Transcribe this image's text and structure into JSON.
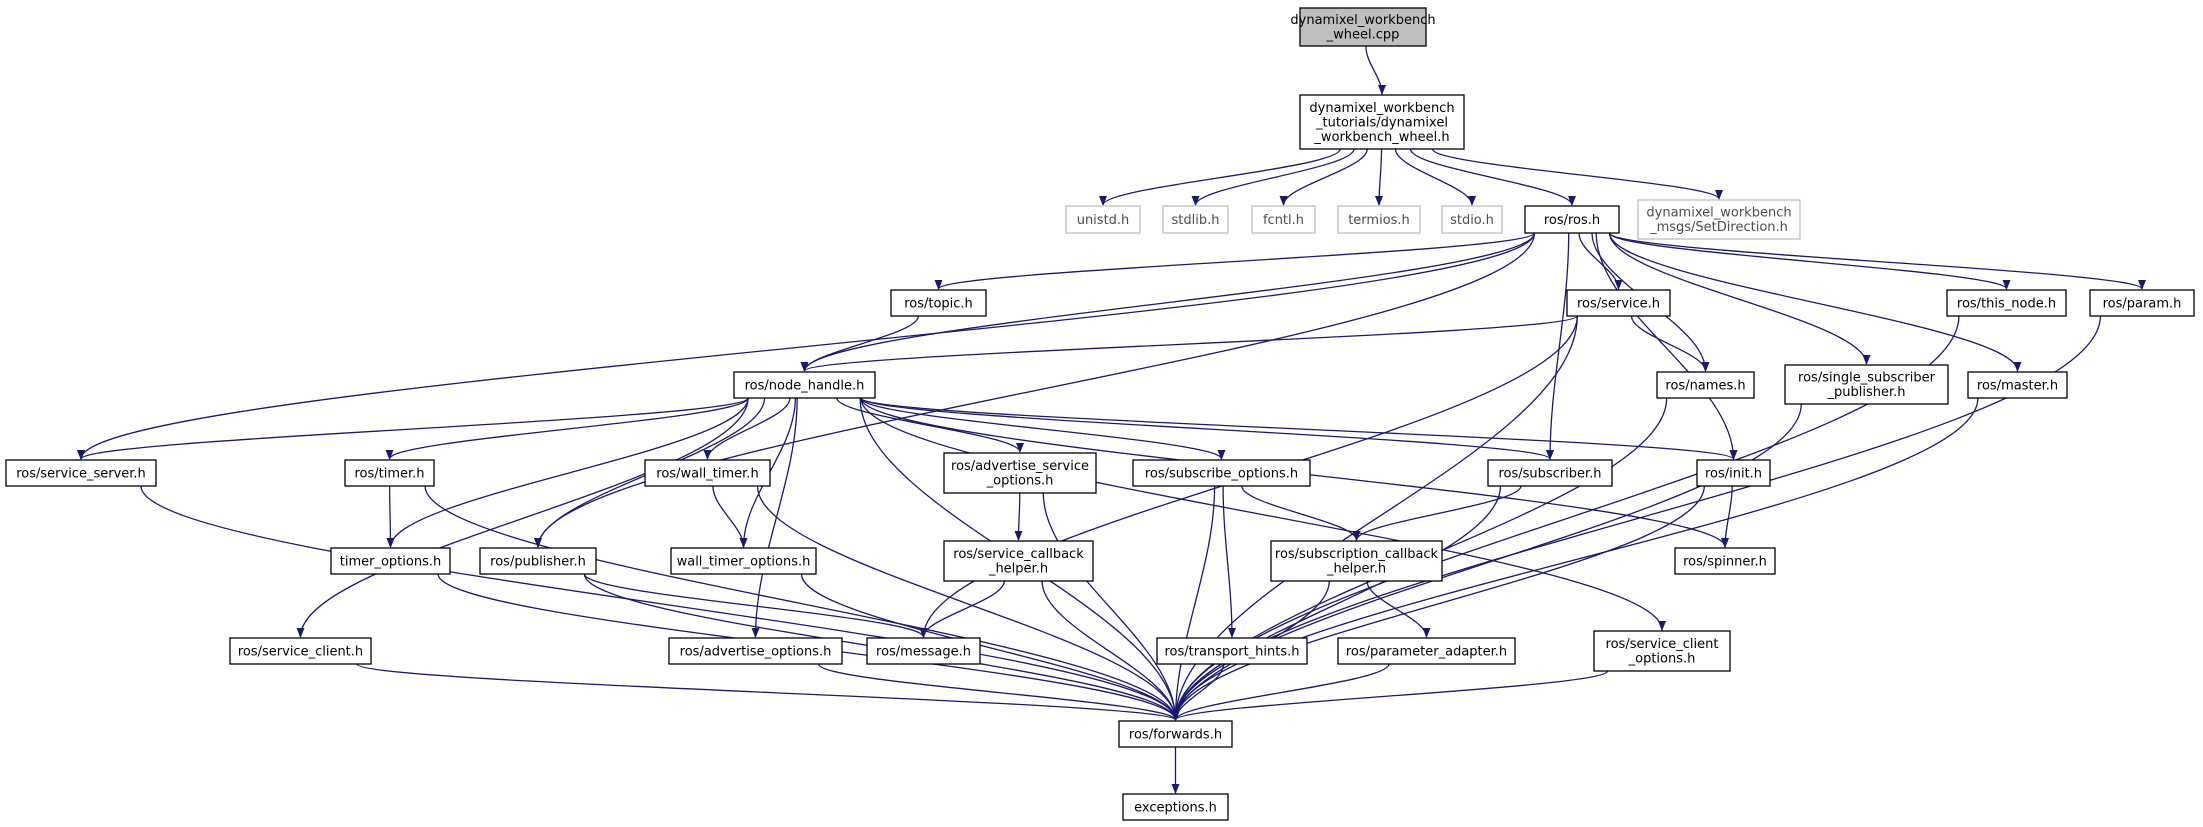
{
  "colors": {
    "edge": "#191970",
    "box_border": "#000000",
    "box_border_external": "#bfbfbf",
    "text": "#000000",
    "text_external": "#4d4d4d",
    "root_fill": "#bfbfbf",
    "box_fill": "#ffffff"
  },
  "nodes": [
    {
      "id": "root",
      "lines": [
        "dynamixel_workbench",
        "_wheel.cpp"
      ],
      "style": "root"
    },
    {
      "id": "wheel_h",
      "lines": [
        "dynamixel_workbench",
        "_tutorials/dynamixel",
        "_workbench_wheel.h"
      ],
      "style": "normal"
    },
    {
      "id": "unistd",
      "lines": [
        "unistd.h"
      ],
      "style": "external"
    },
    {
      "id": "stdlib",
      "lines": [
        "stdlib.h"
      ],
      "style": "external"
    },
    {
      "id": "fcntl",
      "lines": [
        "fcntl.h"
      ],
      "style": "external"
    },
    {
      "id": "termios",
      "lines": [
        "termios.h"
      ],
      "style": "external"
    },
    {
      "id": "stdio",
      "lines": [
        "stdio.h"
      ],
      "style": "external"
    },
    {
      "id": "ros_h",
      "lines": [
        "ros/ros.h"
      ],
      "style": "normal"
    },
    {
      "id": "setdir",
      "lines": [
        "dynamixel_workbench",
        "_msgs/SetDirection.h"
      ],
      "style": "external"
    },
    {
      "id": "topic",
      "lines": [
        "ros/topic.h"
      ],
      "style": "normal"
    },
    {
      "id": "service",
      "lines": [
        "ros/service.h"
      ],
      "style": "normal"
    },
    {
      "id": "this_node",
      "lines": [
        "ros/this_node.h"
      ],
      "style": "normal"
    },
    {
      "id": "param",
      "lines": [
        "ros/param.h"
      ],
      "style": "normal"
    },
    {
      "id": "node_handle",
      "lines": [
        "ros/node_handle.h"
      ],
      "style": "normal"
    },
    {
      "id": "names",
      "lines": [
        "ros/names.h"
      ],
      "style": "normal"
    },
    {
      "id": "single_sub",
      "lines": [
        "ros/single_subscriber",
        "_publisher.h"
      ],
      "style": "normal"
    },
    {
      "id": "master",
      "lines": [
        "ros/master.h"
      ],
      "style": "normal"
    },
    {
      "id": "service_server",
      "lines": [
        "ros/service_server.h"
      ],
      "style": "normal"
    },
    {
      "id": "timer",
      "lines": [
        "ros/timer.h"
      ],
      "style": "normal"
    },
    {
      "id": "wall_timer",
      "lines": [
        "ros/wall_timer.h"
      ],
      "style": "normal"
    },
    {
      "id": "adv_srv_opts",
      "lines": [
        "ros/advertise_service",
        "_options.h"
      ],
      "style": "normal"
    },
    {
      "id": "sub_opts",
      "lines": [
        "ros/subscribe_options.h"
      ],
      "style": "normal"
    },
    {
      "id": "subscriber",
      "lines": [
        "ros/subscriber.h"
      ],
      "style": "normal"
    },
    {
      "id": "init",
      "lines": [
        "ros/init.h"
      ],
      "style": "normal"
    },
    {
      "id": "timer_opts",
      "lines": [
        "timer_options.h"
      ],
      "style": "normal"
    },
    {
      "id": "publisher",
      "lines": [
        "ros/publisher.h"
      ],
      "style": "normal"
    },
    {
      "id": "wall_timer_opts",
      "lines": [
        "wall_timer_options.h"
      ],
      "style": "normal"
    },
    {
      "id": "srv_cb_helper",
      "lines": [
        "ros/service_callback",
        "_helper.h"
      ],
      "style": "normal"
    },
    {
      "id": "subn_cb_helper",
      "lines": [
        "ros/subscription_callback",
        "_helper.h"
      ],
      "style": "normal"
    },
    {
      "id": "spinner",
      "lines": [
        "ros/spinner.h"
      ],
      "style": "normal"
    },
    {
      "id": "service_client",
      "lines": [
        "ros/service_client.h"
      ],
      "style": "normal"
    },
    {
      "id": "adv_opts",
      "lines": [
        "ros/advertise_options.h"
      ],
      "style": "normal"
    },
    {
      "id": "message",
      "lines": [
        "ros/message.h"
      ],
      "style": "normal"
    },
    {
      "id": "transport_hints",
      "lines": [
        "ros/transport_hints.h"
      ],
      "style": "normal"
    },
    {
      "id": "param_adapter",
      "lines": [
        "ros/parameter_adapter.h"
      ],
      "style": "normal"
    },
    {
      "id": "srv_client_opts",
      "lines": [
        "ros/service_client",
        "_options.h"
      ],
      "style": "normal"
    },
    {
      "id": "forwards",
      "lines": [
        "ros/forwards.h"
      ],
      "style": "normal"
    },
    {
      "id": "exceptions",
      "lines": [
        "exceptions.h"
      ],
      "style": "normal"
    }
  ],
  "edges": [
    [
      "root",
      "wheel_h"
    ],
    [
      "wheel_h",
      "unistd"
    ],
    [
      "wheel_h",
      "stdlib"
    ],
    [
      "wheel_h",
      "fcntl"
    ],
    [
      "wheel_h",
      "termios"
    ],
    [
      "wheel_h",
      "stdio"
    ],
    [
      "wheel_h",
      "ros_h"
    ],
    [
      "wheel_h",
      "setdir"
    ],
    [
      "ros_h",
      "service_server"
    ],
    [
      "ros_h",
      "publisher"
    ],
    [
      "ros_h",
      "topic"
    ],
    [
      "ros_h",
      "node_handle"
    ],
    [
      "ros_h",
      "subscriber"
    ],
    [
      "ros_h",
      "service"
    ],
    [
      "ros_h",
      "init"
    ],
    [
      "ros_h",
      "names"
    ],
    [
      "ros_h",
      "single_sub"
    ],
    [
      "ros_h",
      "master"
    ],
    [
      "ros_h",
      "this_node"
    ],
    [
      "ros_h",
      "param"
    ],
    [
      "topic",
      "node_handle"
    ],
    [
      "service",
      "node_handle"
    ],
    [
      "service",
      "message"
    ],
    [
      "service",
      "names"
    ],
    [
      "service",
      "forwards"
    ],
    [
      "node_handle",
      "service_server"
    ],
    [
      "node_handle",
      "forwards"
    ],
    [
      "node_handle",
      "service_client"
    ],
    [
      "node_handle",
      "timer"
    ],
    [
      "node_handle",
      "timer_opts"
    ],
    [
      "node_handle",
      "publisher"
    ],
    [
      "node_handle",
      "wall_timer"
    ],
    [
      "node_handle",
      "wall_timer_opts"
    ],
    [
      "node_handle",
      "adv_opts"
    ],
    [
      "node_handle",
      "adv_srv_opts"
    ],
    [
      "node_handle",
      "sub_opts"
    ],
    [
      "node_handle",
      "subscriber"
    ],
    [
      "node_handle",
      "srv_client_opts"
    ],
    [
      "node_handle",
      "init"
    ],
    [
      "node_handle",
      "spinner"
    ],
    [
      "names",
      "forwards"
    ],
    [
      "single_sub",
      "forwards"
    ],
    [
      "master",
      "forwards"
    ],
    [
      "this_node",
      "forwards"
    ],
    [
      "param",
      "forwards"
    ],
    [
      "service_server",
      "forwards"
    ],
    [
      "timer",
      "timer_opts"
    ],
    [
      "timer",
      "forwards"
    ],
    [
      "wall_timer",
      "wall_timer_opts"
    ],
    [
      "wall_timer",
      "forwards"
    ],
    [
      "adv_srv_opts",
      "srv_cb_helper"
    ],
    [
      "adv_srv_opts",
      "forwards"
    ],
    [
      "sub_opts",
      "subn_cb_helper"
    ],
    [
      "sub_opts",
      "transport_hints"
    ],
    [
      "sub_opts",
      "forwards"
    ],
    [
      "subscriber",
      "subn_cb_helper"
    ],
    [
      "subscriber",
      "forwards"
    ],
    [
      "init",
      "spinner"
    ],
    [
      "init",
      "forwards"
    ],
    [
      "timer_opts",
      "forwards"
    ],
    [
      "publisher",
      "message"
    ],
    [
      "publisher",
      "forwards"
    ],
    [
      "wall_timer_opts",
      "forwards"
    ],
    [
      "srv_cb_helper",
      "message"
    ],
    [
      "srv_cb_helper",
      "forwards"
    ],
    [
      "subn_cb_helper",
      "param_adapter"
    ],
    [
      "subn_cb_helper",
      "forwards"
    ],
    [
      "service_client",
      "forwards"
    ],
    [
      "adv_opts",
      "forwards"
    ],
    [
      "transport_hints",
      "forwards"
    ],
    [
      "param_adapter",
      "forwards"
    ],
    [
      "srv_client_opts",
      "forwards"
    ],
    [
      "forwards",
      "exceptions"
    ]
  ]
}
